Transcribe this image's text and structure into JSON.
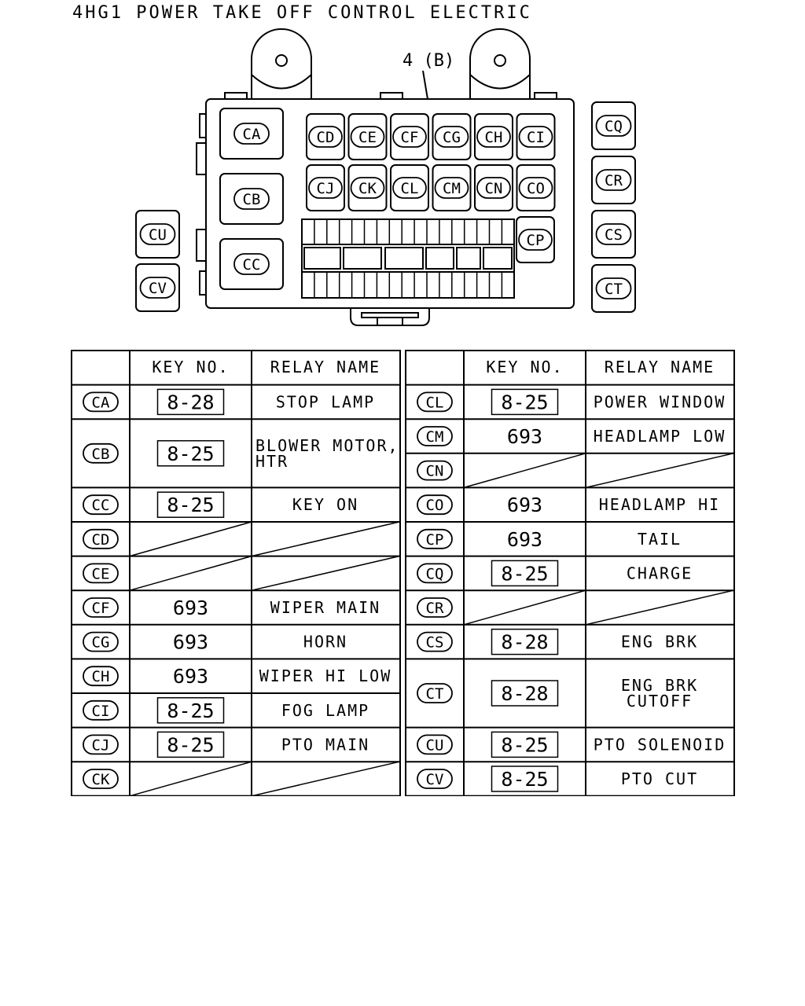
{
  "title": "4HG1 POWER TAKE OFF CONTROL ELECTRIC",
  "callout": "4 (B)",
  "relay_box": {
    "top_row": [
      "CD",
      "CE",
      "CF",
      "CG",
      "CH",
      "CI"
    ],
    "middle_row": [
      "CJ",
      "CK",
      "CL",
      "CM",
      "CN",
      "CO"
    ],
    "left_column": [
      "CA",
      "CB",
      "CC"
    ],
    "side_cp": "CP",
    "outer_right": [
      "CQ",
      "CR",
      "CS",
      "CT"
    ],
    "outer_left": [
      "CU",
      "CV"
    ]
  },
  "headers": {
    "key_no": "KEY NO.",
    "relay_name": "RELAY NAME"
  },
  "left_table": [
    {
      "id": "CA",
      "key": "8-28",
      "boxed": true,
      "name": [
        "STOP LAMP"
      ],
      "h": 2
    },
    {
      "id": "CB",
      "key": "8-25",
      "boxed": true,
      "name": [
        "BLOWER MOTOR,",
        "HTR"
      ],
      "h": 4
    },
    {
      "id": "CC",
      "key": "8-25",
      "boxed": true,
      "name": [
        "KEY ON"
      ],
      "h": 2
    },
    {
      "id": "CD",
      "key": "",
      "boxed": false,
      "name": [],
      "h": 2
    },
    {
      "id": "CE",
      "key": "",
      "boxed": false,
      "name": [],
      "h": 2
    },
    {
      "id": "CF",
      "key": "693",
      "boxed": false,
      "name": [
        "WIPER MAIN"
      ],
      "h": 2
    },
    {
      "id": "CG",
      "key": "693",
      "boxed": false,
      "name": [
        "HORN"
      ],
      "h": 2
    },
    {
      "id": "CH",
      "key": "693",
      "boxed": false,
      "name": [
        "WIPER HI LOW"
      ],
      "h": 2
    },
    {
      "id": "CI",
      "key": "8-25",
      "boxed": true,
      "name": [
        "FOG LAMP"
      ],
      "h": 2
    },
    {
      "id": "CJ",
      "key": "8-25",
      "boxed": true,
      "name": [
        "PTO MAIN"
      ],
      "h": 2
    },
    {
      "id": "CK",
      "key": "",
      "boxed": false,
      "name": [],
      "h": 2
    }
  ],
  "right_table": [
    {
      "id": "CL",
      "key": "8-25",
      "boxed": true,
      "name": [
        "POWER WINDOW"
      ],
      "h": 2
    },
    {
      "id": "CM",
      "key": "693",
      "boxed": false,
      "name": [
        "HEADLAMP LOW"
      ],
      "h": 2
    },
    {
      "id": "CN",
      "key": "",
      "boxed": false,
      "name": [],
      "h": 2
    },
    {
      "id": "CO",
      "key": "693",
      "boxed": false,
      "name": [
        "HEADLAMP HI"
      ],
      "h": 2
    },
    {
      "id": "CP",
      "key": "693",
      "boxed": false,
      "name": [
        "TAIL"
      ],
      "h": 2
    },
    {
      "id": "CQ",
      "key": "8-25",
      "boxed": true,
      "name": [
        "CHARGE"
      ],
      "h": 2
    },
    {
      "id": "CR",
      "key": "",
      "boxed": false,
      "name": [],
      "h": 2
    },
    {
      "id": "CS",
      "key": "8-28",
      "boxed": true,
      "name": [
        "ENG BRK"
      ],
      "h": 2
    },
    {
      "id": "CT",
      "key": "8-28",
      "boxed": true,
      "name": [
        "ENG BRK",
        "CUTOFF"
      ],
      "h": 4
    },
    {
      "id": "CU",
      "key": "8-25",
      "boxed": true,
      "name": [
        "PTO SOLENOID"
      ],
      "h": 2
    },
    {
      "id": "CV",
      "key": "8-25",
      "boxed": true,
      "name": [
        "PTO CUT"
      ],
      "h": 2
    }
  ]
}
